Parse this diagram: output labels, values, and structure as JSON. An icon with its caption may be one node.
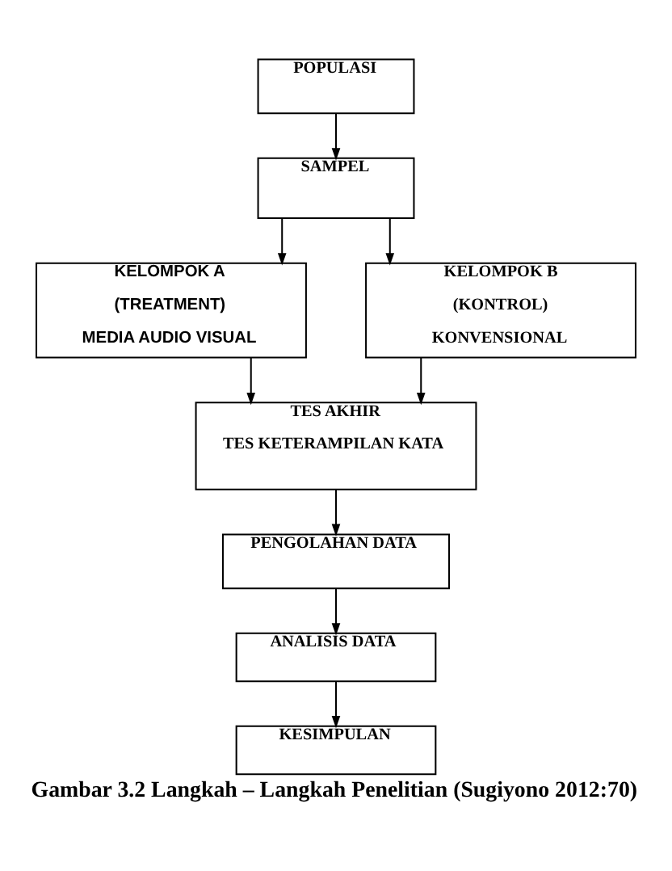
{
  "diagram": {
    "caption": "Gambar 3.2 Langkah – Langkah Penelitian (Sugiyono 2012:70)",
    "nodes": [
      {
        "text": [
          "POPULASI"
        ]
      },
      {
        "text": [
          "SAMPEL"
        ]
      },
      {
        "text": [
          "KELOMPOK A",
          "(TREATMENT)",
          "MEDIA AUDIO VISUAL"
        ]
      },
      {
        "text": [
          "KELOMPOK B",
          "(KONTROL)",
          "KONVENSIONAL"
        ]
      },
      {
        "text": [
          "TES AKHIR",
          "TES KETERAMPILAN KATA"
        ]
      },
      {
        "text": [
          "PENGOLAHAN DATA"
        ]
      },
      {
        "text": [
          "ANALISIS DATA"
        ]
      },
      {
        "text": [
          "KESIMPULAN"
        ]
      }
    ],
    "edges": [
      {
        "from": 0,
        "to": 1,
        "arrow": "to"
      },
      {
        "from": 1,
        "to": 2,
        "arrow": "to"
      },
      {
        "from": 1,
        "to": 3,
        "arrow": "to"
      },
      {
        "from": 2,
        "to": 4,
        "arrow": "to"
      },
      {
        "from": 3,
        "to": 4,
        "arrow": "to"
      },
      {
        "from": 4,
        "to": 5,
        "arrow": "to"
      },
      {
        "from": 5,
        "to": 6,
        "arrow": "to"
      },
      {
        "from": 6,
        "to": 7,
        "arrow": "to"
      }
    ]
  }
}
